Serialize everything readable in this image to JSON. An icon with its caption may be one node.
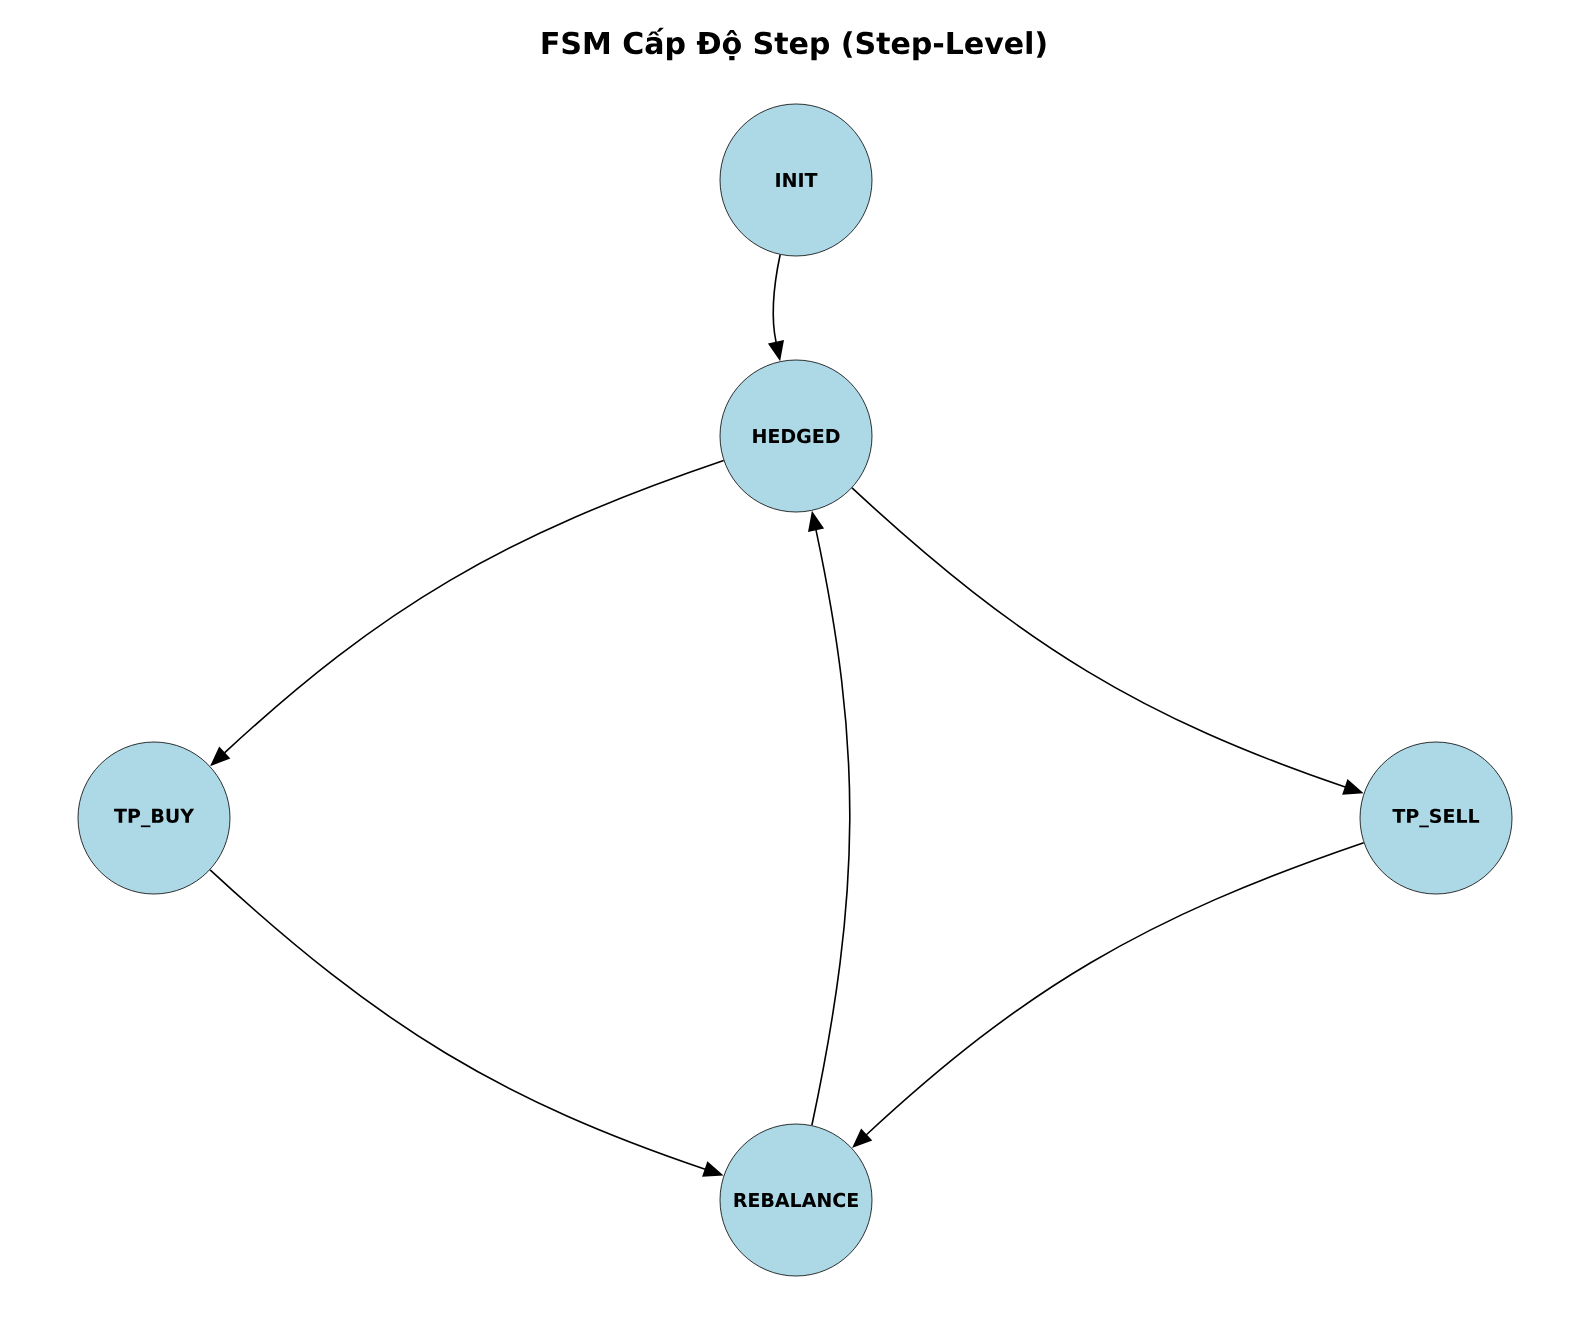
{
  "diagram": {
    "title": "FSM Cấp Độ Step (Step-Level)",
    "nodes": [
      {
        "text": [
          "INIT"
        ]
      },
      {
        "text": [
          "HEDGED"
        ]
      },
      {
        "text": [
          "TP_BUY"
        ]
      },
      {
        "text": [
          "TP_SELL"
        ]
      },
      {
        "text": [
          "REBALANCE"
        ]
      }
    ],
    "edges": [
      {
        "from": 0,
        "to": 1,
        "arrow": "to"
      },
      {
        "from": 1,
        "to": 2,
        "arrow": "to"
      },
      {
        "from": 1,
        "to": 3,
        "arrow": "to"
      },
      {
        "from": 2,
        "to": 4,
        "arrow": "to"
      },
      {
        "from": 3,
        "to": 4,
        "arrow": "to"
      },
      {
        "from": 4,
        "to": 1,
        "arrow": "to"
      }
    ]
  }
}
